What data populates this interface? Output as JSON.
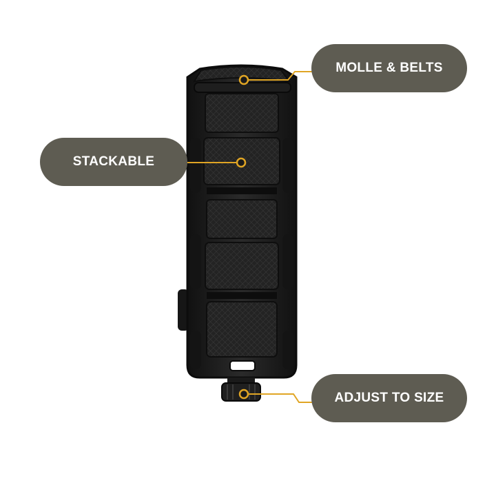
{
  "colors": {
    "pill_bg": "#5e5c52",
    "accent": "#e0a524",
    "product": "#1c1c1c"
  },
  "callouts": {
    "molle": {
      "label": "MOLLE & BELTS"
    },
    "stackable": {
      "label": "STACKABLE"
    },
    "adjust": {
      "label": "ADJUST TO SIZE"
    }
  },
  "product": {
    "icon": "magazine-pouch-illustration"
  }
}
